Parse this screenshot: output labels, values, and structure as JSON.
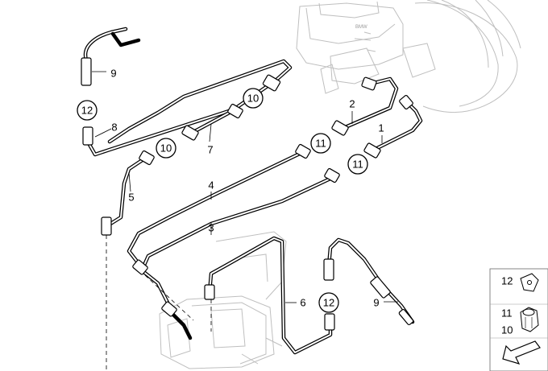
{
  "diagram": {
    "part_callouts": {
      "p1": "1",
      "p2": "2",
      "p3": "3",
      "p4": "4",
      "p5": "5",
      "p6": "6",
      "p7": "7",
      "p8": "8",
      "p9_top": "9",
      "p9_bottom": "9"
    },
    "circled_callouts": {
      "c12_top": "12",
      "c10_a": "10",
      "c10_b": "10",
      "c11_a": "11",
      "c11_b": "11",
      "c12_bottom": "12"
    },
    "legend": {
      "item_12": "12",
      "item_11": "11",
      "item_10": "10"
    }
  }
}
